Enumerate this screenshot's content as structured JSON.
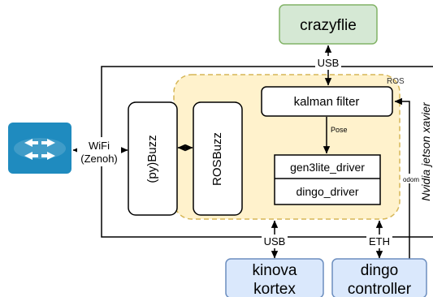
{
  "crazyflie": {
    "label": "crazyflie",
    "fill": "#d5e8d4",
    "stroke": "#82b366"
  },
  "jetson": {
    "label": "Nvidia jetson xavier"
  },
  "ros": {
    "label": "ROS",
    "fill": "#fff2cc",
    "stroke": "#d6b656"
  },
  "router": {
    "label_line1": "WiFi",
    "label_line2": "(Zenoh)",
    "color": "#1f8bbf"
  },
  "pybuzz": {
    "label": "(py)Buzz"
  },
  "rosbuzz": {
    "label": "ROSBuzz"
  },
  "kalman": {
    "label": "kalman filter"
  },
  "pose": {
    "label": "Pose"
  },
  "drivers": {
    "gen3lite": "gen3lite_driver",
    "dingo": "dingo_driver"
  },
  "odom": {
    "label": "odom"
  },
  "usb_top": {
    "label": "USB"
  },
  "usb_bottom": {
    "label": "USB"
  },
  "eth": {
    "label": "ETH"
  },
  "kinova": {
    "line1": "kinova",
    "line2": "kortex",
    "fill": "#dae8fc",
    "stroke": "#6c8ebf"
  },
  "dingo_controller": {
    "line1": "dingo",
    "line2": "controller",
    "fill": "#dae8fc",
    "stroke": "#6c8ebf"
  }
}
